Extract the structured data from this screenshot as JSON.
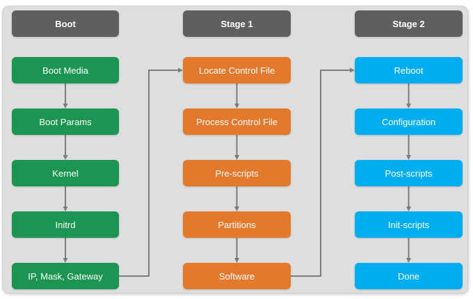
{
  "colors": {
    "panel": "#dedede",
    "header": "#5f5f5f",
    "green": "#1c9552",
    "orange": "#e2792d",
    "blue": "#00aeef",
    "line": "#7b7b7b"
  },
  "diagram": {
    "columns": [
      {
        "header": "Boot",
        "accent": "#1c9552",
        "items": [
          {
            "label": "Boot Media"
          },
          {
            "label": "Boot Params"
          },
          {
            "label": "Kernel"
          },
          {
            "label": "Initrd"
          },
          {
            "label": "IP, Mask, Gateway"
          }
        ]
      },
      {
        "header": "Stage 1",
        "accent": "#e2792d",
        "items": [
          {
            "label": "Locate Control File"
          },
          {
            "label": "Process Control File"
          },
          {
            "label": "Pre-scripts"
          },
          {
            "label": "Partitions"
          },
          {
            "label": "Software"
          }
        ]
      },
      {
        "header": "Stage 2",
        "accent": "#00aeef",
        "items": [
          {
            "label": "Reboot"
          },
          {
            "label": "Configuration"
          },
          {
            "label": "Post-scripts"
          },
          {
            "label": "Init-scripts"
          },
          {
            "label": "Done"
          }
        ]
      }
    ]
  }
}
